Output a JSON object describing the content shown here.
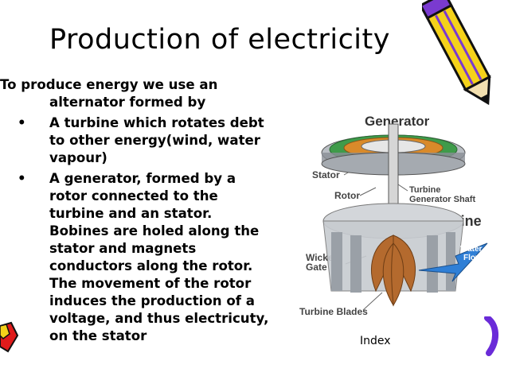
{
  "slide": {
    "title": "Production of electricity",
    "intro": [
      "To produce energy we use an",
      "alternator formed by"
    ],
    "bullets": [
      {
        "symbol": "•",
        "lines": [
          "A turbine which rotates debt",
          "to other energy(wind, water",
          "vapour)"
        ]
      },
      {
        "symbol": "•",
        "lines": [
          "A generator, formed by a",
          "rotor connected to the",
          "turbine and an stator.",
          "Bobines are holed along the",
          "stator and magnets",
          "conductors along the rotor.",
          "The movement of the rotor",
          "induces the production of a",
          "voltage, and thus electricuty,",
          "on the stator"
        ]
      }
    ],
    "caption": "Index"
  },
  "diagram": {
    "labels": {
      "generator": "Generator",
      "stator": "Stator",
      "rotor": "Rotor",
      "shaft_line1": "Turbine",
      "shaft_line2": "Generator Shaft",
      "turbine": "Turbine",
      "wicket_line1": "Wicket",
      "wicket_line2": "Gate",
      "water_line1": "Water",
      "water_line2": "Flow",
      "blades": "Turbine Blades"
    },
    "colors": {
      "stator_green": "#3f9b4a",
      "rotor_orange": "#d98a2a",
      "blade_brown": "#b46a2e",
      "water_blue": "#2f7fd6",
      "steel_gray": "#8a8f96"
    }
  },
  "decorations": {
    "pencil_colors": {
      "body": "#f5d21a",
      "stripe": "#7a3ad0",
      "tip": "#111111"
    },
    "icons": [
      "pencil-icon",
      "crayon-icon",
      "purple-crayon-icon"
    ]
  }
}
